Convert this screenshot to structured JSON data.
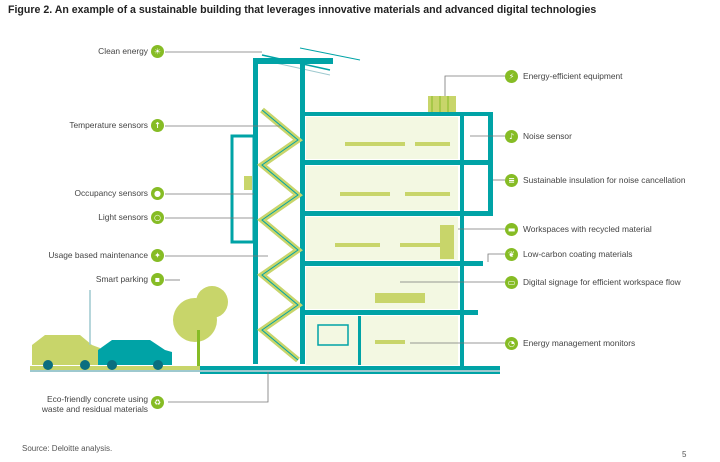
{
  "figure": {
    "title": "Figure 2. An example of a sustainable building that leverages innovative materials and advanced digital technologies",
    "source": "Source: Deloitte analysis.",
    "page_number": "5"
  },
  "colors": {
    "teal": "#00a3a6",
    "lime": "#c8d56a",
    "green": "#86bc25",
    "dark_teal": "#0b6e7f"
  },
  "left_labels": [
    {
      "text": "Clean energy",
      "icon": "sun-icon"
    },
    {
      "text": "Temperature sensors",
      "icon": "thermometer-icon"
    },
    {
      "text": "Occupancy sensors",
      "icon": "person-icon"
    },
    {
      "text": "Light sensors",
      "icon": "bulb-icon"
    },
    {
      "text": "Usage based maintenance",
      "icon": "wrench-icon"
    },
    {
      "text": "Smart parking",
      "icon": "car-icon"
    }
  ],
  "bottom_label": {
    "line1": "Eco-friendly concrete using",
    "line2": "waste and residual materials",
    "icon": "recycle-icon"
  },
  "right_labels": [
    {
      "text": "Energy-efficient equipment",
      "icon": "plug-icon"
    },
    {
      "text": "Noise sensor",
      "icon": "sound-icon"
    },
    {
      "text": "Sustainable insulation for noise cancellation",
      "icon": "layers-icon"
    },
    {
      "text": "Workspaces with recycled material",
      "icon": "desk-icon"
    },
    {
      "text": "Low-carbon coating materials",
      "icon": "leaf-icon"
    },
    {
      "text": "Digital signage for efficient workspace flow",
      "icon": "screen-icon"
    },
    {
      "text": "Energy management monitors",
      "icon": "gauge-icon"
    }
  ]
}
